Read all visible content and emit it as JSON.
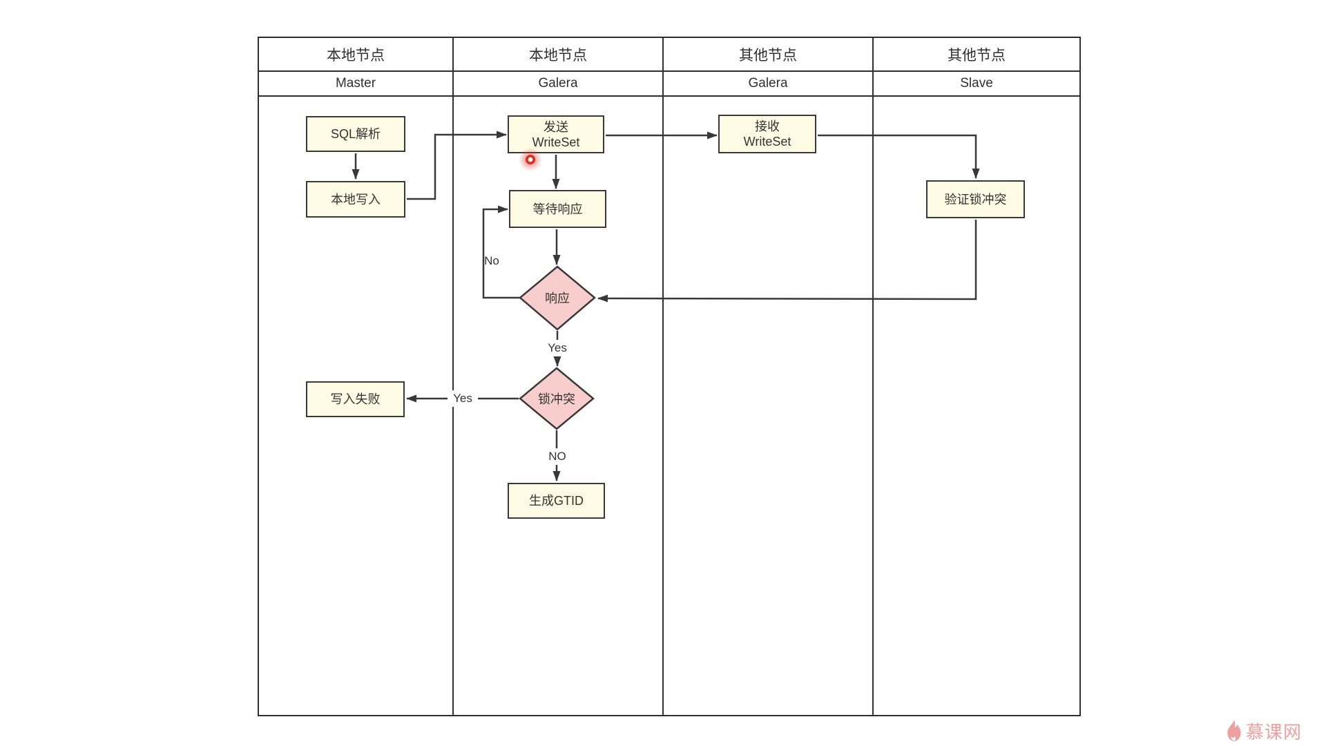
{
  "diagram_title": "Galera cluster write flow (swimlane flowchart)",
  "lanes": [
    {
      "title": "本地节点",
      "subtitle": "Master"
    },
    {
      "title": "本地节点",
      "subtitle": "Galera"
    },
    {
      "title": "其他节点",
      "subtitle": "Galera"
    },
    {
      "title": "其他节点",
      "subtitle": "Slave"
    }
  ],
  "nodes": {
    "sql_parse": {
      "label": "SQL解析"
    },
    "local_write": {
      "label": "本地写入"
    },
    "send_writeset": {
      "line1": "发送",
      "line2": "WriteSet"
    },
    "wait_response": {
      "label": "等待响应"
    },
    "response": {
      "label": "响应"
    },
    "lock_conflict": {
      "label": "锁冲突"
    },
    "write_fail": {
      "label": "写入失败"
    },
    "gen_gtid": {
      "label": "生成GTID"
    },
    "recv_writeset": {
      "line1": "接收",
      "line2": "WriteSet"
    },
    "verify_lock": {
      "label": "验证锁冲突"
    }
  },
  "edge_labels": {
    "no_response": "No",
    "yes_response": "Yes",
    "yes_conflict": "Yes",
    "no_conflict": "NO"
  },
  "watermark": {
    "text": "慕课网"
  },
  "colors": {
    "background": "#ffffff",
    "box_fill": "#fdfbe3",
    "diamond_fill": "#f8cecc",
    "stroke": "#383838",
    "table_border": "#2e2e2e",
    "text": "#333333",
    "watermark": "#eda0a0",
    "cursor_red": "#dd2c20"
  }
}
